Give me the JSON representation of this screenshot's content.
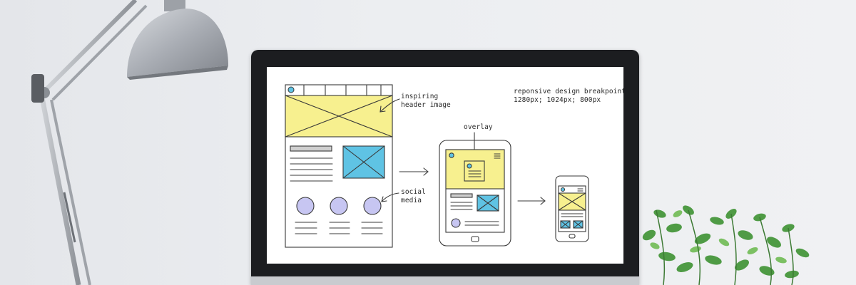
{
  "screen": {
    "annotations": {
      "header_image": [
        "inspiring",
        "header image"
      ],
      "social_media": [
        "social",
        "media"
      ],
      "overlay": "overlay",
      "breakpoints": [
        "reponsive design breakpoints:",
        "1280px; 1024px; 800px"
      ]
    }
  },
  "colors": {
    "wall": "#eceef1",
    "monitor_bezel": "#1c1d20",
    "header_yellow": "#f7f08f",
    "image_blue": "#5fc3e4",
    "social_circle": "#c7c6f2",
    "lamp_shade": "#a9adb4",
    "plant_green": "#4f9b45"
  }
}
